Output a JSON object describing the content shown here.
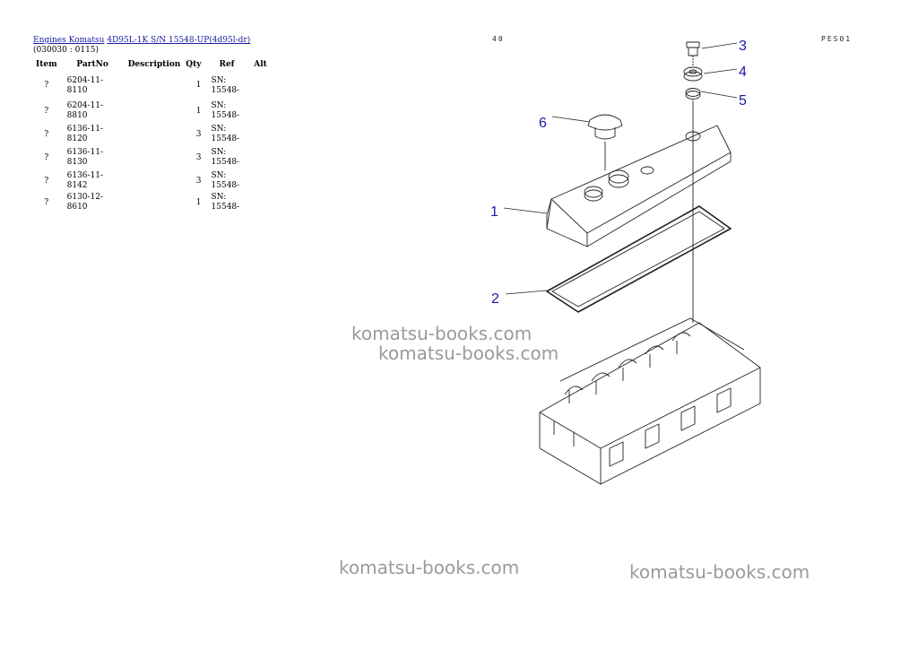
{
  "header": {
    "link1": "Engines Komatsu",
    "link2": "4D95L-1K S/N 15548-UP(4d95l-dr)",
    "subtitle": "(030030 : 0115)"
  },
  "table": {
    "columns": [
      "Item",
      "PartNo",
      "Description",
      "Qty",
      "Ref",
      "Alt"
    ],
    "rows": [
      {
        "item": "?",
        "partno": "6204-11-8110",
        "description": "",
        "qty": "1",
        "ref": "SN: 15548-",
        "alt": ""
      },
      {
        "item": "?",
        "partno": "6204-11-8810",
        "description": "",
        "qty": "1",
        "ref": "SN: 15548-",
        "alt": ""
      },
      {
        "item": "?",
        "partno": "6136-11-8120",
        "description": "",
        "qty": "3",
        "ref": "SN: 15548-",
        "alt": ""
      },
      {
        "item": "?",
        "partno": "6136-11-8130",
        "description": "",
        "qty": "3",
        "ref": "SN: 15548-",
        "alt": ""
      },
      {
        "item": "?",
        "partno": "6136-11-8142",
        "description": "",
        "qty": "3",
        "ref": "SN: 15548-",
        "alt": ""
      },
      {
        "item": "?",
        "partno": "6130-12-8610",
        "description": "",
        "qty": "1",
        "ref": "SN: 15548-",
        "alt": ""
      }
    ]
  },
  "page_codes": {
    "left": "40",
    "right": "PES01"
  },
  "callouts": [
    "1",
    "2",
    "3",
    "4",
    "5",
    "6"
  ],
  "watermark": "komatsu-books.com",
  "colors": {
    "link": "#1a1aa8",
    "callout": "#1a1aa8",
    "watermark": "#9a9a9a"
  }
}
